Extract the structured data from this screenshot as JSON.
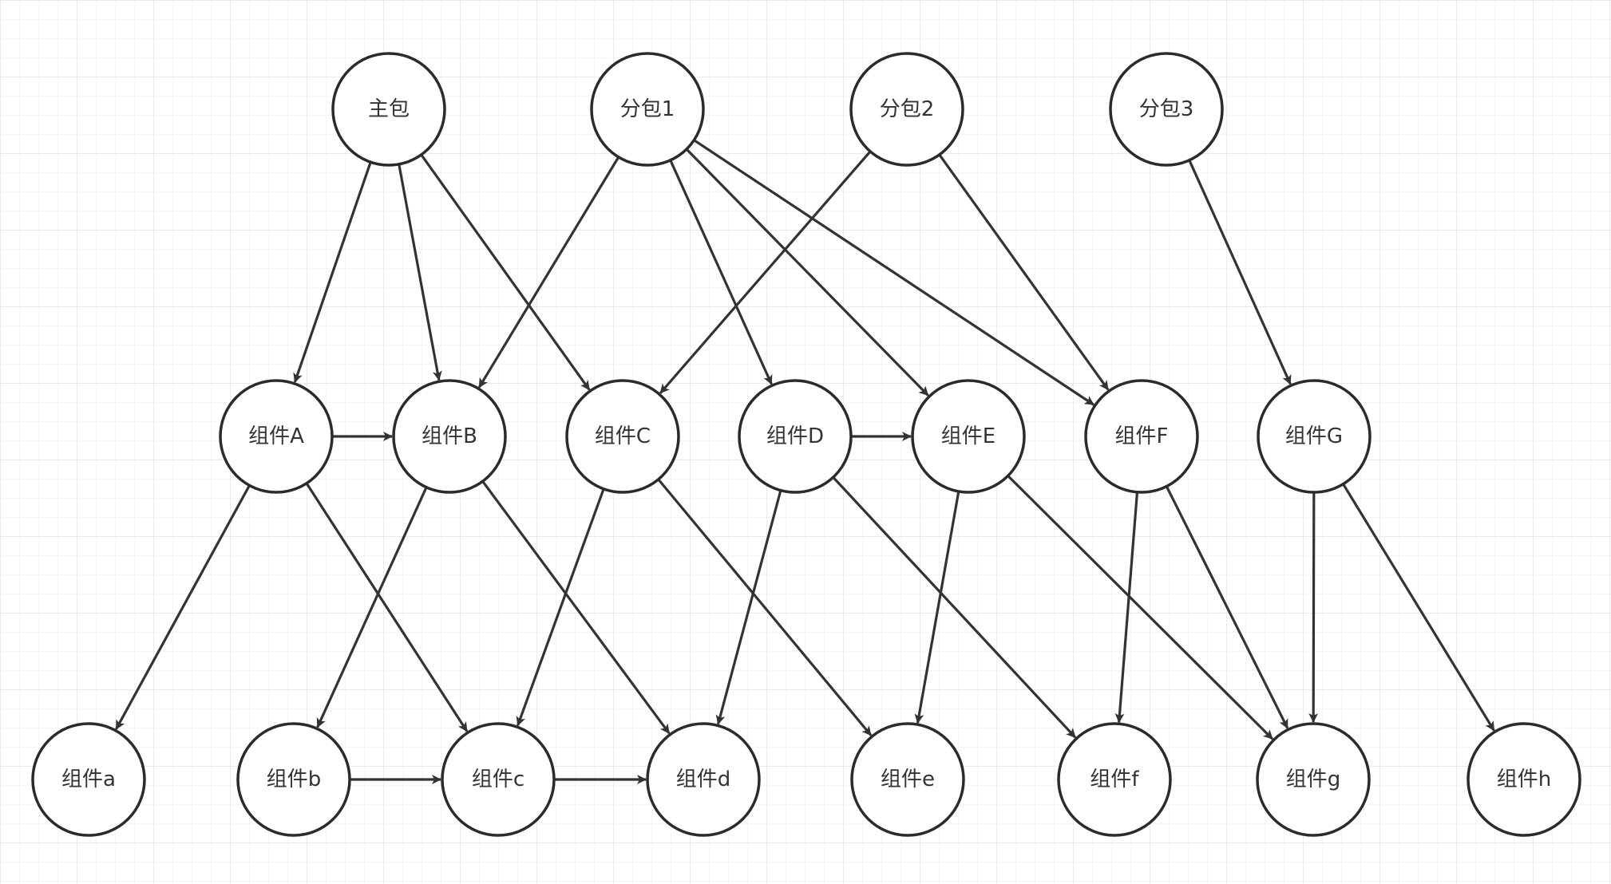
{
  "colors": {
    "background": "#ffffff",
    "grid": "#e8e8e8",
    "node_stroke": "#2b2b2b",
    "node_fill": "#ffffff",
    "edge": "#333333",
    "text": "#333333"
  },
  "nodes": [
    {
      "id": "main",
      "label": "主包"
    },
    {
      "id": "sub1",
      "label": "分包1"
    },
    {
      "id": "sub2",
      "label": "分包2"
    },
    {
      "id": "sub3",
      "label": "分包3"
    },
    {
      "id": "A",
      "label": "组件A"
    },
    {
      "id": "B",
      "label": "组件B"
    },
    {
      "id": "C",
      "label": "组件C"
    },
    {
      "id": "D",
      "label": "组件D"
    },
    {
      "id": "E",
      "label": "组件E"
    },
    {
      "id": "F",
      "label": "组件F"
    },
    {
      "id": "G",
      "label": "组件G"
    },
    {
      "id": "a",
      "label": "组件a"
    },
    {
      "id": "b",
      "label": "组件b"
    },
    {
      "id": "c",
      "label": "组件c"
    },
    {
      "id": "d",
      "label": "组件d"
    },
    {
      "id": "e",
      "label": "组件e"
    },
    {
      "id": "f",
      "label": "组件f"
    },
    {
      "id": "g",
      "label": "组件g"
    },
    {
      "id": "h",
      "label": "组件h"
    }
  ],
  "edges": [
    {
      "from": "main",
      "to": "A"
    },
    {
      "from": "main",
      "to": "B"
    },
    {
      "from": "main",
      "to": "C"
    },
    {
      "from": "sub1",
      "to": "B"
    },
    {
      "from": "sub1",
      "to": "D"
    },
    {
      "from": "sub1",
      "to": "E"
    },
    {
      "from": "sub1",
      "to": "F"
    },
    {
      "from": "sub2",
      "to": "C"
    },
    {
      "from": "sub2",
      "to": "F"
    },
    {
      "from": "sub3",
      "to": "G"
    },
    {
      "from": "A",
      "to": "B"
    },
    {
      "from": "D",
      "to": "E"
    },
    {
      "from": "A",
      "to": "a"
    },
    {
      "from": "A",
      "to": "c"
    },
    {
      "from": "B",
      "to": "b"
    },
    {
      "from": "B",
      "to": "d"
    },
    {
      "from": "C",
      "to": "c"
    },
    {
      "from": "C",
      "to": "e"
    },
    {
      "from": "D",
      "to": "d"
    },
    {
      "from": "D",
      "to": "f"
    },
    {
      "from": "E",
      "to": "e"
    },
    {
      "from": "E",
      "to": "g"
    },
    {
      "from": "F",
      "to": "f"
    },
    {
      "from": "F",
      "to": "g"
    },
    {
      "from": "G",
      "to": "g"
    },
    {
      "from": "G",
      "to": "h"
    },
    {
      "from": "b",
      "to": "c"
    },
    {
      "from": "c",
      "to": "d"
    }
  ]
}
